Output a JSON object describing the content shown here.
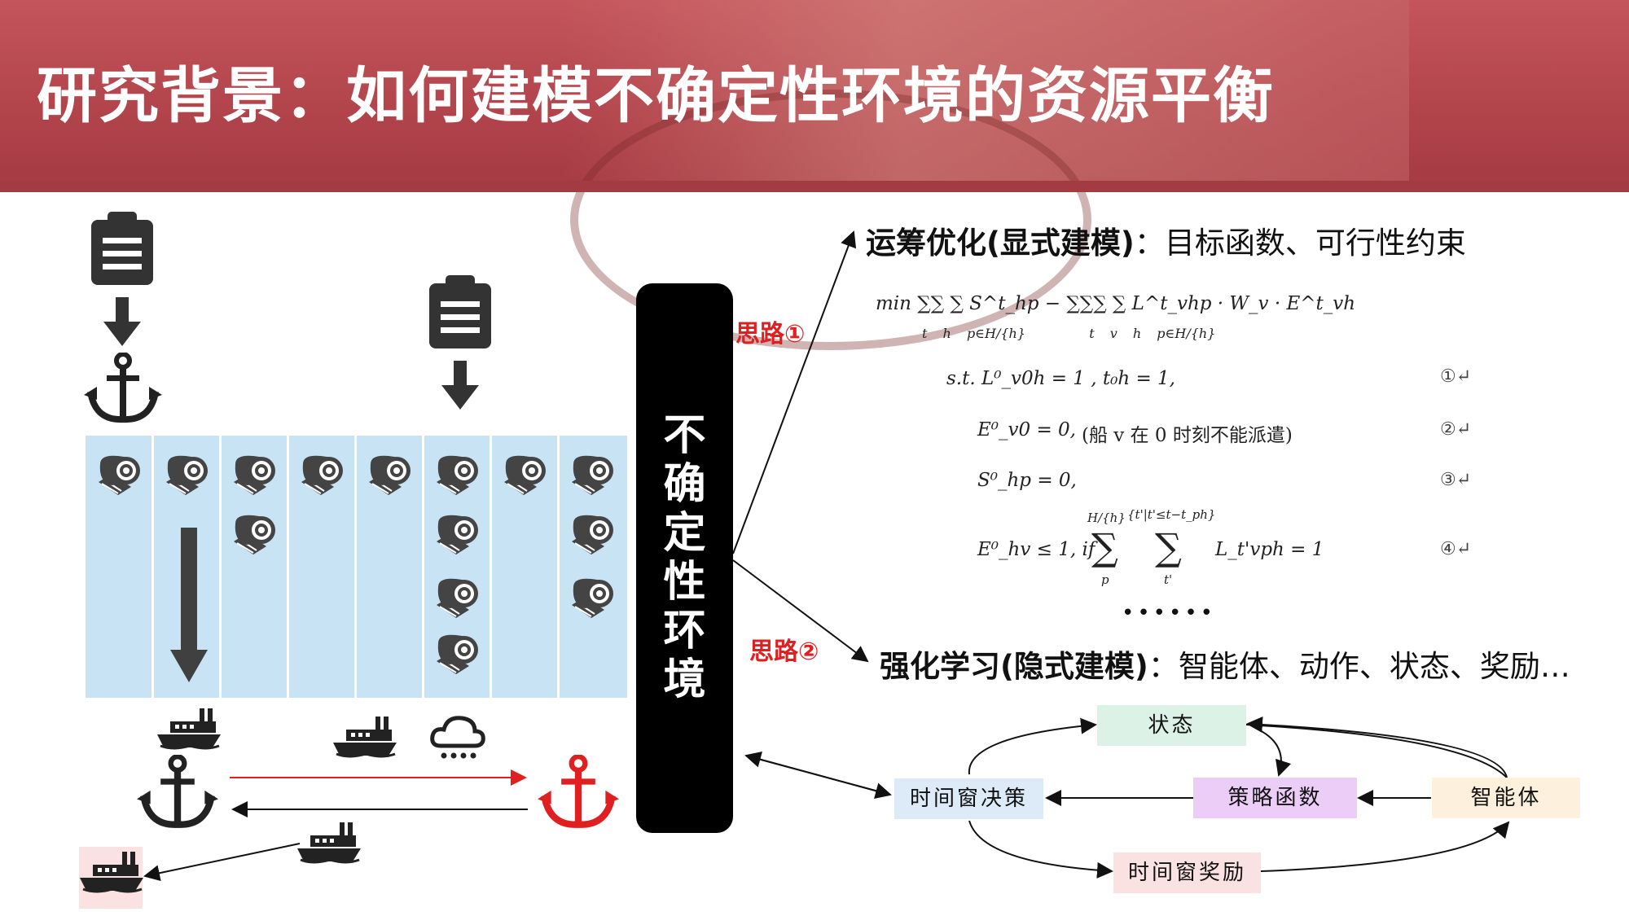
{
  "title": "研究背景：如何建模不确定性环境的资源平衡",
  "center_label": [
    "不",
    "确",
    "定",
    "性",
    "环",
    "境"
  ],
  "route1_label": "思路①",
  "route2_label": "思路②",
  "section_or": {
    "bold": "运筹优化(显式建模)",
    "rest": "：目标函数、可行性约束"
  },
  "formula": {
    "objective": "min ∑∑ ∑ S^t_hp − ∑∑∑ ∑ L^t_vhp · W_v · E^t_vh",
    "objective_subs": [
      "t",
      "h",
      "p∈H/{h}",
      "t",
      "v",
      "h",
      "p∈H/{h}"
    ],
    "c1": "s.t. L⁰_v0h = 1 , t₀h = 1,",
    "c2": "E⁰_v0 = 0,",
    "c2_note": "(船 v 在 0 时刻不能派遣)",
    "c3": "S⁰_hp = 0,",
    "c4": "E⁰_hv ≤ 1,  if",
    "c4_sum1_top": "H/{h}",
    "c4_sum1_bot": "p",
    "c4_sum2_top": "{t'|t'≤t−t_ph}",
    "c4_sum2_bot": "t'",
    "c4_rhs": "L_t'vph = 1",
    "markers": [
      "①↵",
      "②↵",
      "③↵",
      "④↵"
    ],
    "ellipsis": "••••••"
  },
  "section_rl": {
    "bold": "强化学习(隐式建模)",
    "rest": "：智能体、动作、状态、奖励…"
  },
  "rl_nodes": {
    "state": "状态",
    "time_window_decision": "时间窗决策",
    "policy_function": "策略函数",
    "agent": "智能体",
    "time_window_reward": "时间窗奖励"
  },
  "colors": {
    "header": "#b1434b",
    "yard": "#c8e3f4",
    "red_anchor": "#e02020",
    "state_node": "#dcf2e6",
    "decision_node": "#dcebf7",
    "policy_node": "#eccdf7",
    "agent_node": "#fdf0dc",
    "reward_node": "#fbe2e2"
  },
  "icons": [
    "clipboard-icon",
    "down-arrow-icon",
    "anchor-icon",
    "coil-icon",
    "ship-icon",
    "rain-cloud-icon"
  ]
}
